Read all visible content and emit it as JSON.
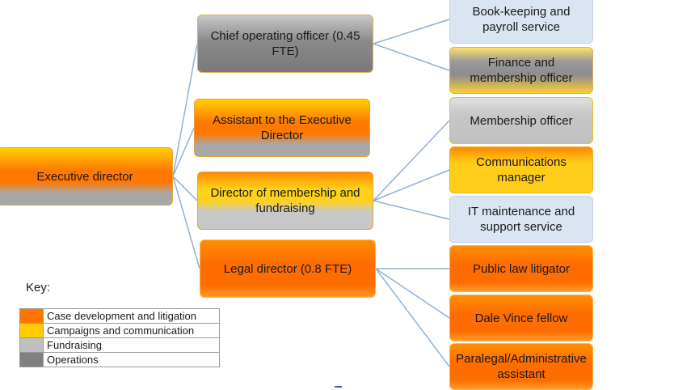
{
  "chart": {
    "nodes": [
      {
        "id": "exec",
        "label": "Executive director"
      },
      {
        "id": "coo",
        "label": "Chief operating officer (0.45 FTE)"
      },
      {
        "id": "assist",
        "label": "Assistant to the Executive Director"
      },
      {
        "id": "dmf",
        "label": "Director of membership  and fundraising"
      },
      {
        "id": "legal",
        "label": "Legal director (0.8 FTE)"
      },
      {
        "id": "book",
        "label": "Book-keeping and payroll service"
      },
      {
        "id": "fin",
        "label": "Finance and membership officer"
      },
      {
        "id": "mem",
        "label": "Membership officer"
      },
      {
        "id": "comms",
        "label": "Communications manager"
      },
      {
        "id": "it",
        "label": "IT maintenance and support service"
      },
      {
        "id": "pll",
        "label": "Public law litigator"
      },
      {
        "id": "dvf",
        "label": "Dale Vince fellow"
      },
      {
        "id": "para",
        "label": "Paralegal/Administrative assistant"
      }
    ],
    "edges": [
      [
        "exec",
        "coo"
      ],
      [
        "exec",
        "assist"
      ],
      [
        "exec",
        "dmf"
      ],
      [
        "exec",
        "legal"
      ],
      [
        "coo",
        "book"
      ],
      [
        "coo",
        "fin"
      ],
      [
        "dmf",
        "mem"
      ],
      [
        "dmf",
        "comms"
      ],
      [
        "dmf",
        "it"
      ],
      [
        "legal",
        "pll"
      ],
      [
        "legal",
        "dvf"
      ],
      [
        "legal",
        "para"
      ]
    ]
  },
  "key": {
    "title": "Key:",
    "items": [
      {
        "label": "Case development and litigation",
        "color": "#ff7500"
      },
      {
        "label": "Campaigns and communication",
        "color": "#ffcc00"
      },
      {
        "label": "Fundraising",
        "color": "#c0c0c0"
      },
      {
        "label": "Operations",
        "color": "#808080"
      }
    ]
  },
  "colors": {
    "connector": "#8fb0d8",
    "service_fill": "#dbe5f1"
  }
}
